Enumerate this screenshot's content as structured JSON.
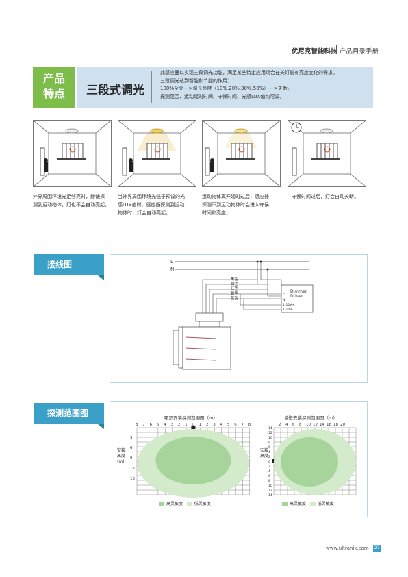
{
  "header": {
    "brand": "优尼克智能科技",
    "catalog": "产品目录手册"
  },
  "feature": {
    "badge_line1": "产品",
    "badge_line2": "特点",
    "title": "三段式调光",
    "desc": [
      "此感应器以实现三段调光功能，满足某些特定应用场合在关灯前有亮度变化的需求。",
      "三段调光达到智能和节能的作用：",
      "100%全亮--->调光亮度（10%,20%,30%,50%）--->关断。",
      "探测范围、运动延时时间、守候时间、光感LUX值均可调。"
    ]
  },
  "scenes": [
    {
      "caption": [
        "外界周围环境光足够亮时，即使探",
        "测到运动物体，灯也不会自动亮起。"
      ]
    },
    {
      "caption": [
        "当外界周围环境光低于预设的光",
        "感LUX值时，感应器探测到运动",
        "物体时，灯会自动亮起。"
      ]
    },
    {
      "caption": [
        "运动物体离开延时过后，感应器",
        "探测不到运动物体时会进入守候",
        "时间和亮度。"
      ]
    },
    {
      "caption": [
        "守候时间过后，灯会自动关断。"
      ]
    }
  ],
  "wiring": {
    "tab": "接线图",
    "L": "L",
    "N": "N",
    "wires": [
      "黑色",
      "白色",
      "红色",
      "黄色",
      "蓝色"
    ],
    "driver_title1": "Dimmer",
    "driver_title2": "Driver",
    "driver_pins": [
      "L",
      "N",
      "1-10V+",
      "1-10V-"
    ]
  },
  "detection": {
    "tab": "探测范围图",
    "left_title": "吸顶安装探测范围图（m）",
    "right_title": "墙壁安装探测范围图（m）",
    "left_top_ticks": [
      "8",
      "7",
      "6",
      "5",
      "4",
      "3",
      "2",
      "1",
      "0",
      "1",
      "2",
      "3",
      "4",
      "5",
      "6",
      "7",
      "8"
    ],
    "left_side_ticks": [
      "3",
      "6",
      "9",
      "12",
      "15"
    ],
    "left_ylabel1": "安装",
    "left_ylabel2": "高度",
    "left_ylabel3": "(m)",
    "right_top_ticks": [
      "2",
      "4",
      "6",
      "8",
      "10",
      "12",
      "14",
      "16",
      "18",
      "20"
    ],
    "right_side_ticks": [
      "14",
      "12",
      "10",
      "8",
      "6",
      "4",
      "2",
      "0",
      "2",
      "4",
      "6",
      "8",
      "10",
      "12",
      "14"
    ],
    "right_ylabel1": "安装",
    "right_ylabel2": "高度",
    "legend_high": "高灵敏度",
    "legend_low": "低灵敏度",
    "colors": {
      "high": "#a7d49a",
      "low": "#d3ebcb"
    }
  },
  "footer": {
    "url": "www.ultranik.com",
    "page": "27"
  }
}
